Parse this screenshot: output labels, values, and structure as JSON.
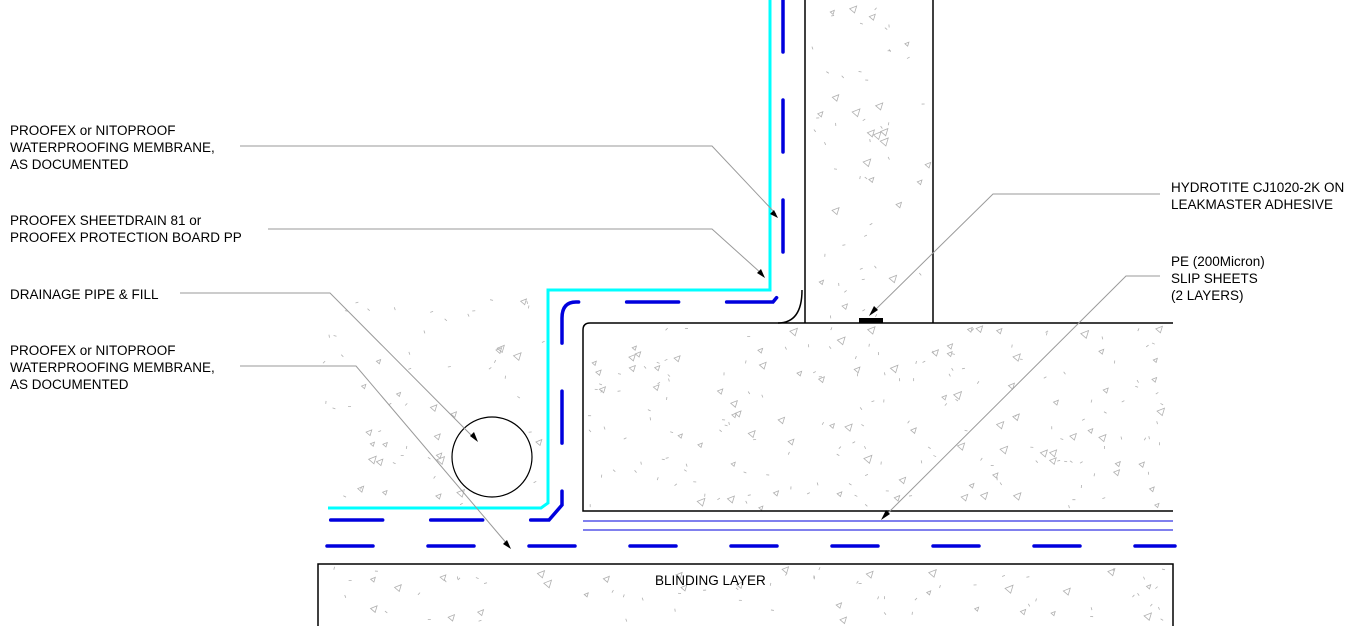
{
  "labels": {
    "membrane_top": "PROOFEX or NITOPROOF\nWATERPROOFING MEMBRANE,\nAS DOCUMENTED",
    "sheetdrain": "PROOFEX SHEETDRAIN 81 or\nPROOFEX PROTECTION BOARD PP",
    "drainage": "DRAINAGE PIPE & FILL",
    "membrane_bottom": "PROOFEX or NITOPROOF\nWATERPROOFING MEMBRANE,\nAS DOCUMENTED",
    "hydrotite": "HYDROTITE CJ1020-2K ON\nLEAKMASTER ADHESIVE",
    "slip_sheets": "PE (200Micron)\nSLIP SHEETS\n(2 LAYERS)",
    "blinding": "BLINDING LAYER"
  },
  "colors": {
    "membrane": "#00ffff",
    "protection": "#0000dd",
    "leader": "#9a9a9a",
    "hatch": "#b0b0b0"
  }
}
